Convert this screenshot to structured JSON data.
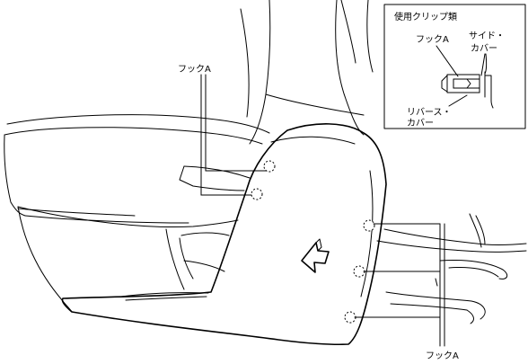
{
  "labels": {
    "hook_a_top": "フックA",
    "hook_a_bottom": "フックA"
  },
  "inset": {
    "title": "使用クリップ類",
    "hook_a": "フックA",
    "side_cover_line1": "サイド・",
    "side_cover_line2": "カバー",
    "reverse_cover_line1": "リバース・",
    "reverse_cover_line2": "カバー"
  },
  "colors": {
    "line": "#000000",
    "background": "#ffffff"
  }
}
